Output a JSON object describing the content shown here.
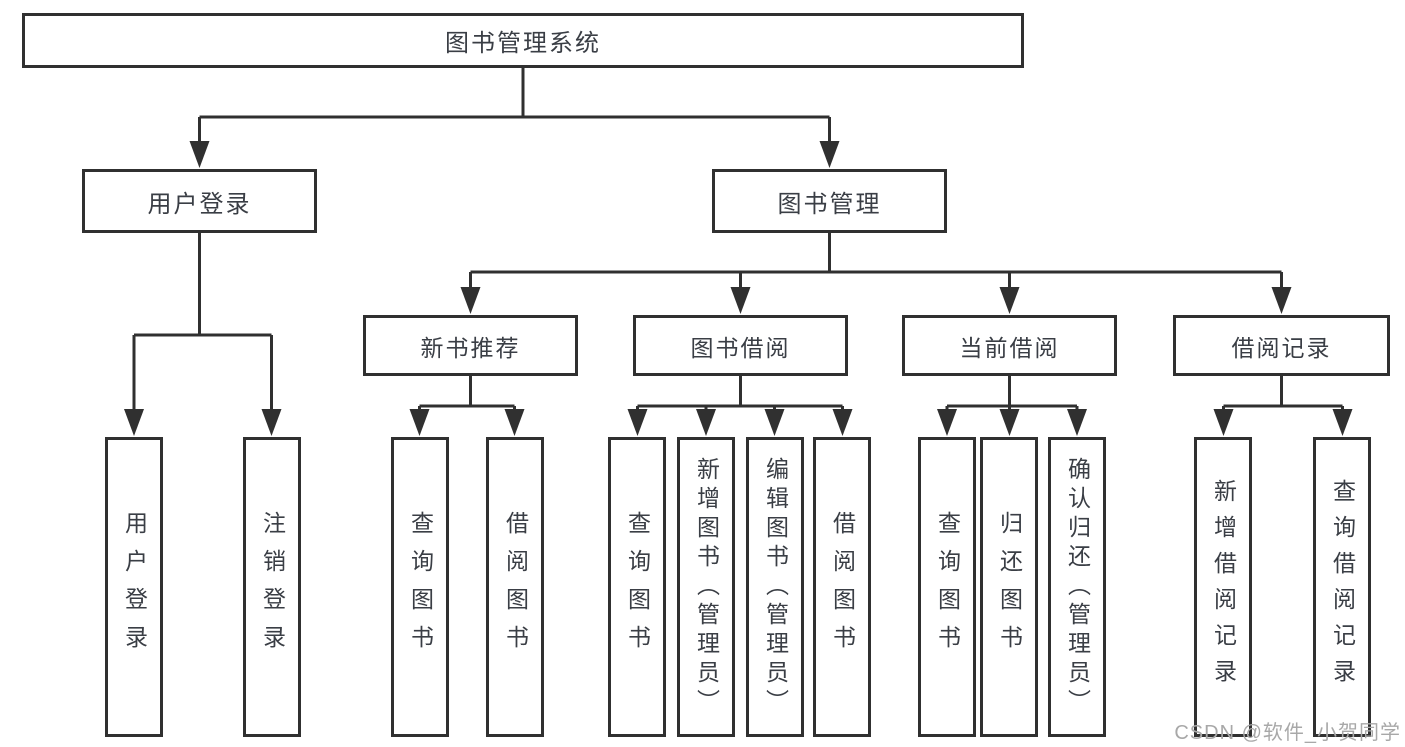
{
  "diagram": {
    "root": {
      "label": "图书管理系统"
    },
    "level2": [
      {
        "label": "用户登录"
      },
      {
        "label": "图书管理"
      }
    ],
    "level3": [
      {
        "label": "新书推荐"
      },
      {
        "label": "图书借阅"
      },
      {
        "label": "当前借阅"
      },
      {
        "label": "借阅记录"
      }
    ],
    "leaves": [
      {
        "label": "用户登录"
      },
      {
        "label": "注销登录"
      },
      {
        "label": "查询图书"
      },
      {
        "label": "借阅图书"
      },
      {
        "label": "查询图书"
      },
      {
        "label": "新增图书（管理员）"
      },
      {
        "label": "编辑图书（管理员）"
      },
      {
        "label": "借阅图书"
      },
      {
        "label": "查询图书"
      },
      {
        "label": "归还图书"
      },
      {
        "label": "确认归还（管理员）"
      },
      {
        "label": "新增借阅记录"
      },
      {
        "label": "查询借阅记录"
      }
    ],
    "watermark": "CSDN @软件_小贺同学",
    "colors": {
      "line": "#303030",
      "text": "#3a3e45",
      "watermark": "#a8a8a8",
      "background": "#ffffff"
    }
  }
}
